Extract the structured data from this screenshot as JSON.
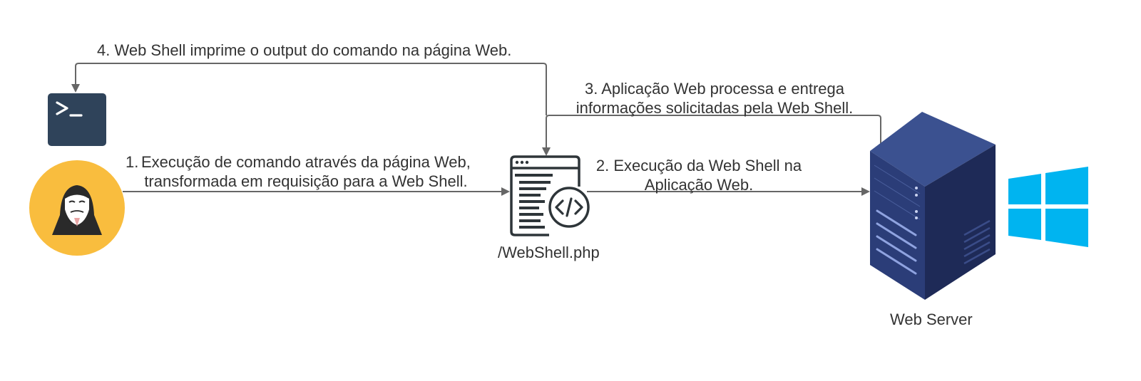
{
  "nodes": {
    "attacker": {
      "icon": "hacker-icon",
      "bg_color": "#F9BD3E"
    },
    "terminal": {
      "icon": "terminal-icon",
      "bg_color": "#2F435A"
    },
    "webshell": {
      "icon": "code-file-icon",
      "label": "/WebShell.php"
    },
    "server": {
      "icon": "server-icon",
      "label": "Web Server",
      "color": "#2D3F7A"
    },
    "os": {
      "icon": "windows-logo-icon",
      "color": "#00B4F0"
    }
  },
  "steps": {
    "step1": {
      "number": "1.",
      "line1": "Execução de comando através da página Web,",
      "line2": "transformada em requisição para a Web Shell."
    },
    "step2": {
      "line1": "2. Execução da Web Shell na",
      "line2": "Aplicação Web."
    },
    "step3": {
      "line1": "3. Aplicação Web processa e entrega",
      "line2": "informações solicitadas pela Web Shell."
    },
    "step4": {
      "text": "4. Web Shell imprime o output do comando na página Web."
    }
  },
  "colors": {
    "arrow": "#666666",
    "text": "#333333"
  }
}
